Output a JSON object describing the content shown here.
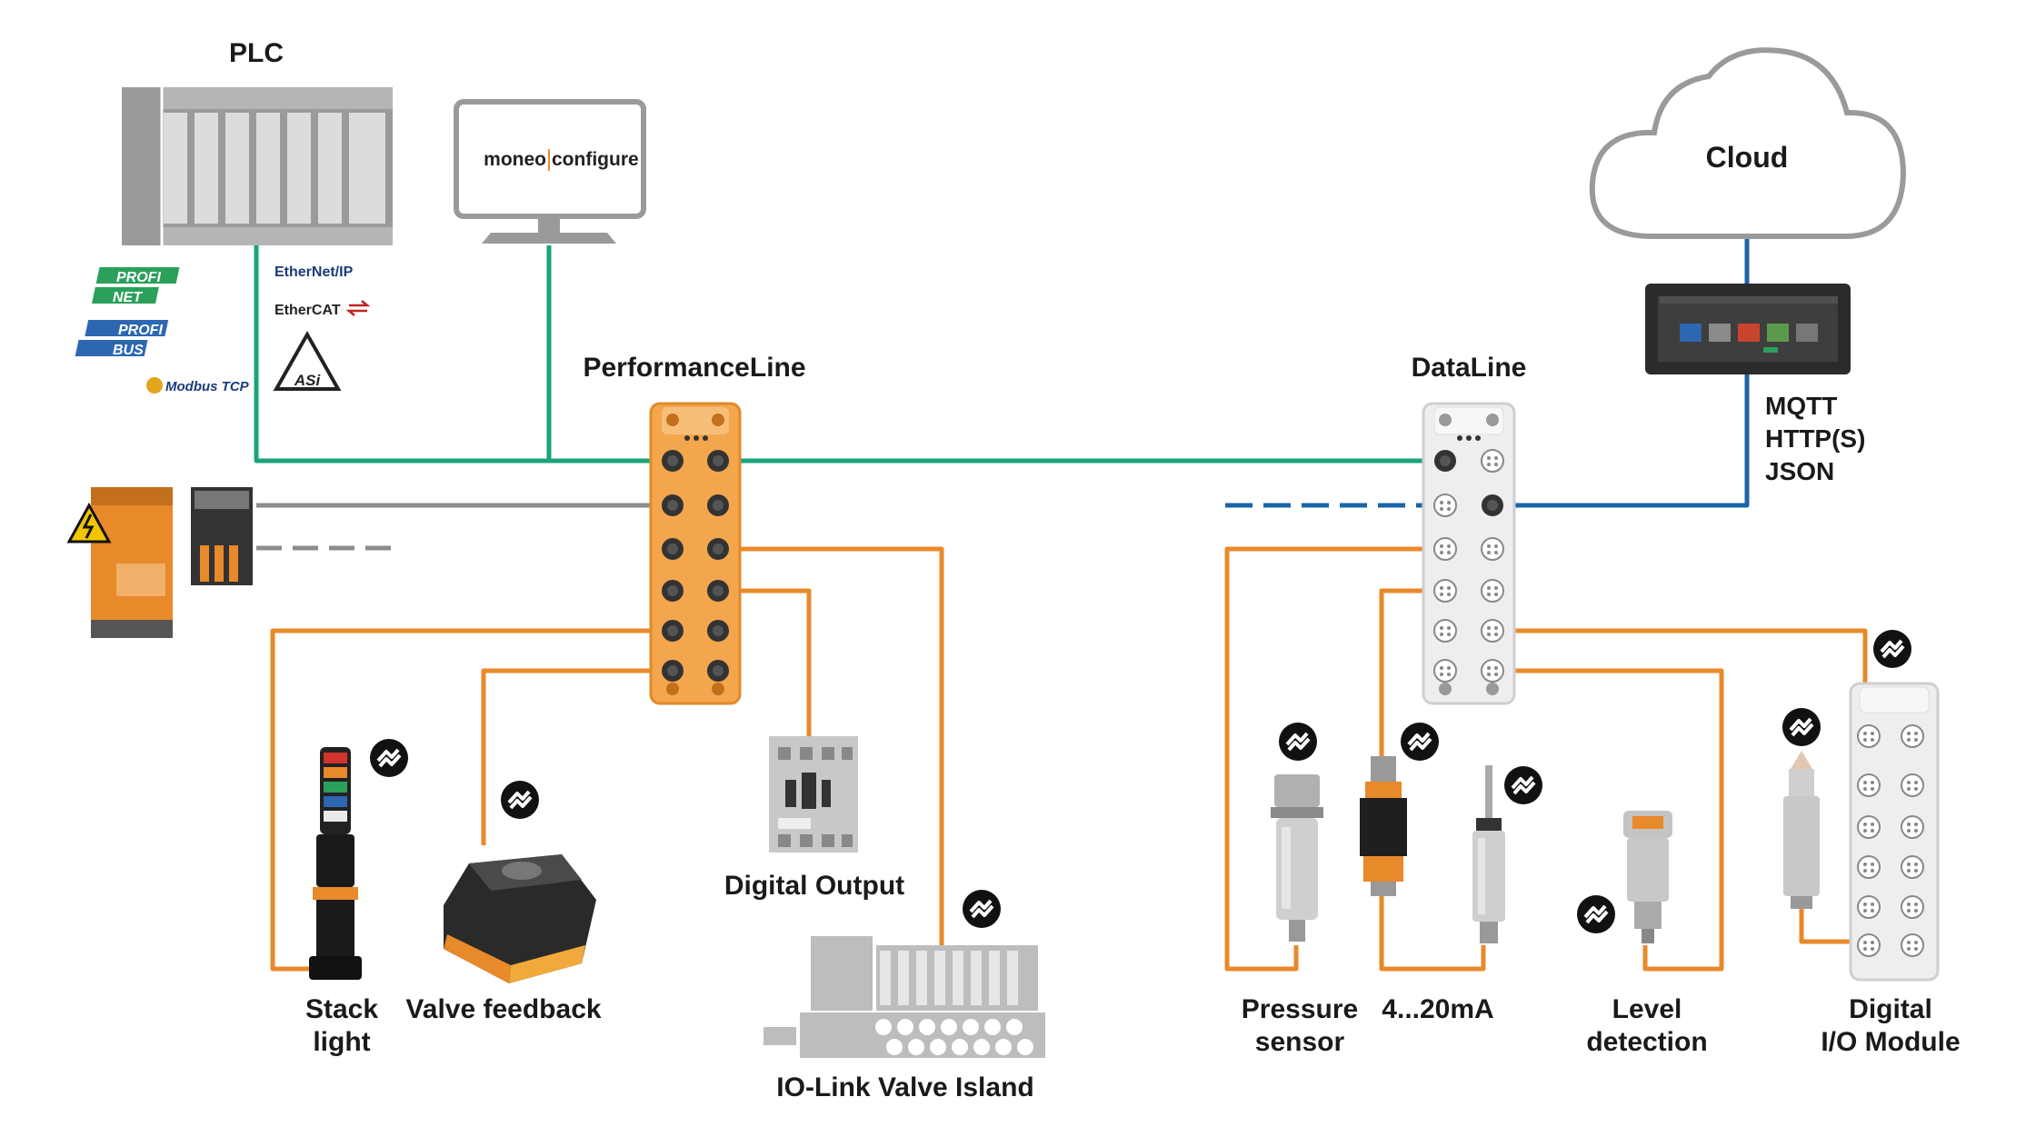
{
  "colors": {
    "orange": "#e8892a",
    "green": "#1aa37a",
    "blue": "#1b64a8",
    "grey": "#8c8c8c",
    "device_grey": "#9a9a9a",
    "orange_hub": "#f4a64c",
    "white_hub": "#eeeeee",
    "label": "#1a1a1a"
  },
  "labels": {
    "plc": "PLC",
    "monitor": "moneo",
    "monitor_2": "configure",
    "cloud": "Cloud",
    "performanceline": "PerformanceLine",
    "dataline": "DataLine",
    "protocols": [
      "MQTT",
      "HTTP(S)",
      "JSON"
    ],
    "stack_light": [
      "Stack",
      "light"
    ],
    "valve_feedback": "Valve feedback",
    "digital_output": "Digital Output",
    "valve_island": "IO-Link Valve Island",
    "pressure_sensor": [
      "Pressure",
      "sensor"
    ],
    "analog": "4...20mA",
    "level_detection": [
      "Level",
      "detection"
    ],
    "digital_io": [
      "Digital",
      "I/O Module"
    ]
  },
  "fieldbus_logos": {
    "profinet": [
      "PROFI",
      "NET"
    ],
    "profibus": [
      "PROFI",
      "BUS"
    ],
    "modbus": "Modbus TCP",
    "ethernetip": "EtherNet/IP",
    "ethercat": "EtherCAT",
    "asi": "ASi"
  },
  "icons": [
    "iolink-icon",
    "warning-icon",
    "cloud-icon",
    "monitor-icon",
    "plc-icon"
  ]
}
